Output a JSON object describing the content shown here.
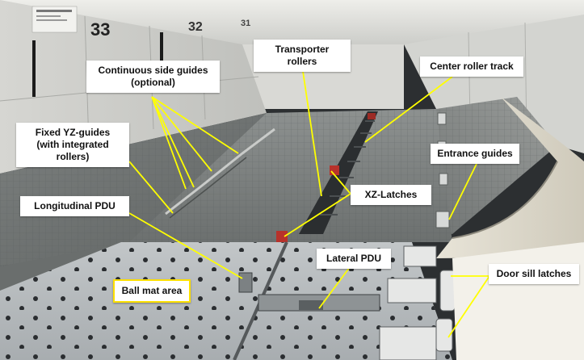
{
  "image": {
    "description_free": true,
    "callout_color": "#ffff00",
    "compartment_numbers": [
      "33",
      "32",
      "31"
    ]
  },
  "labels": {
    "continuous_side_guides_line1": "Continuous side guides",
    "continuous_side_guides_line2": "(optional)",
    "fixed_yz_guides_line1": "Fixed YZ-guides",
    "fixed_yz_guides_line2": "(with integrated",
    "fixed_yz_guides_line3": "rollers)",
    "longitudinal_pdu": "Longitudinal PDU",
    "transporter_rollers": "Transporter rollers",
    "center_roller_track": "Center roller track",
    "entrance_guides": "Entrance guides",
    "xz_latches": "XZ-Latches",
    "lateral_pdu": "Lateral PDU",
    "door_sill_latches": "Door sill latches",
    "ball_mat_area": "Ball mat area"
  }
}
